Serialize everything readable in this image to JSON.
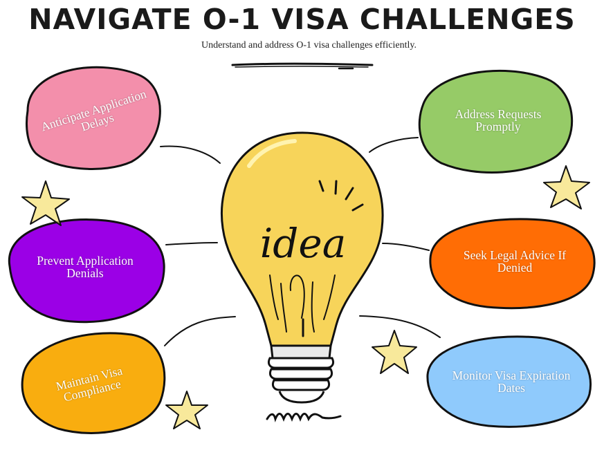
{
  "header": {
    "title": "NAVIGATE O-1 VISA CHALLENGES",
    "subtitle": "Understand and address O-1 visa challenges efficiently."
  },
  "center": {
    "bulb_word": "idea",
    "bulb_color": "#f7d45a"
  },
  "nodes": [
    {
      "label": "Anticipate Application Delays",
      "color": "#f38fab"
    },
    {
      "label": "Prevent Application Denials",
      "color": "#9b00e6"
    },
    {
      "label": "Maintain Visa Compliance",
      "color": "#f9ad0f"
    },
    {
      "label": "Address Requests Promptly",
      "color": "#96cb67"
    },
    {
      "label": "Seek Legal Advice If Denied",
      "color": "#ff6d05"
    },
    {
      "label": "Monitor Visa Expiration Dates",
      "color": "#8fcafc"
    }
  ]
}
